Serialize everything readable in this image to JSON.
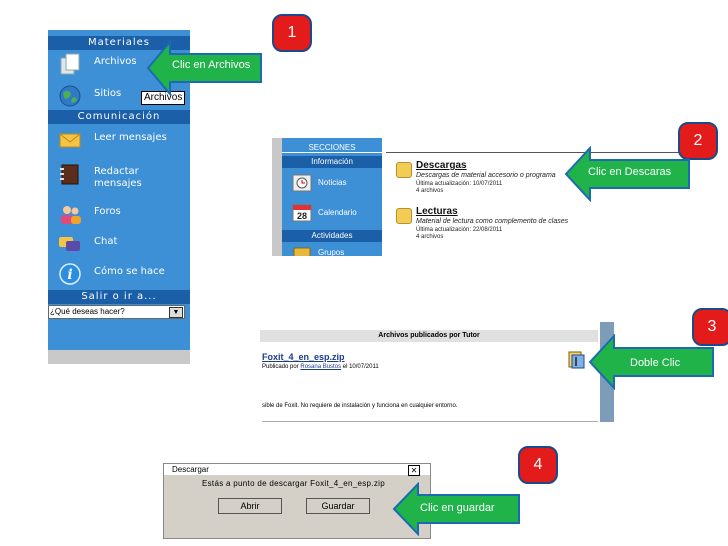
{
  "sidebar": {
    "materiales_header": "Materiales",
    "archivos": "Archivos",
    "sitios": "Sitios",
    "tooltip": "Archivos",
    "comunicacion_header": "Comunicación",
    "leer": "Leer mensajes",
    "redactar": "Redactar mensajes",
    "foros": "Foros",
    "chat": "Chat",
    "como": "Cómo se hace",
    "salir_header": "Salir o ir a...",
    "select_value": "¿Qué deseas hacer?"
  },
  "secciones": {
    "header": "SECCIONES",
    "info": "Información",
    "noticias": "Noticias",
    "calendario": "Calendario",
    "calendar_day": "28",
    "actividades": "Actividades",
    "grupos": "Grupos",
    "descargas": {
      "title": "Descargas",
      "desc": "Descargas de material accesorio o programa",
      "update": "Última actualización: 10/07/2011",
      "count": "4 archivos"
    },
    "lecturas": {
      "title": "Lecturas",
      "desc": "Material de lectura como complemento de clases",
      "update": "Última actualización: 22/08/2011",
      "count": "4 archivos"
    }
  },
  "archivos_panel": {
    "header": "Archivos publicados por Tutor",
    "file": "Foxit_4_en_esp.zip",
    "published_prefix": "Publicado por",
    "author": "Rosana Bustos",
    "published_suffix": "el 10/07/2011",
    "description": "sible de Foxit. No requiere de instalación y funciona en cualquier entorno."
  },
  "dialog": {
    "title": "Descargar",
    "close": "✕",
    "message": "Estás a punto de descargar Foxit_4_en_esp.zip",
    "abrir": "Abrir",
    "guardar": "Guardar"
  },
  "callouts": {
    "n1": "1",
    "t1": "Clic  en Archivos",
    "n2": "2",
    "t2": "Clic  en Descaras",
    "n3": "3",
    "t3": "Doble Clic",
    "n4": "4",
    "t4": "Clic  en guardar"
  },
  "colors": {
    "callout_green": "#1fb34a",
    "badge_red": "#e31b1b",
    "sidebar_blue": "#3d8fd6"
  }
}
